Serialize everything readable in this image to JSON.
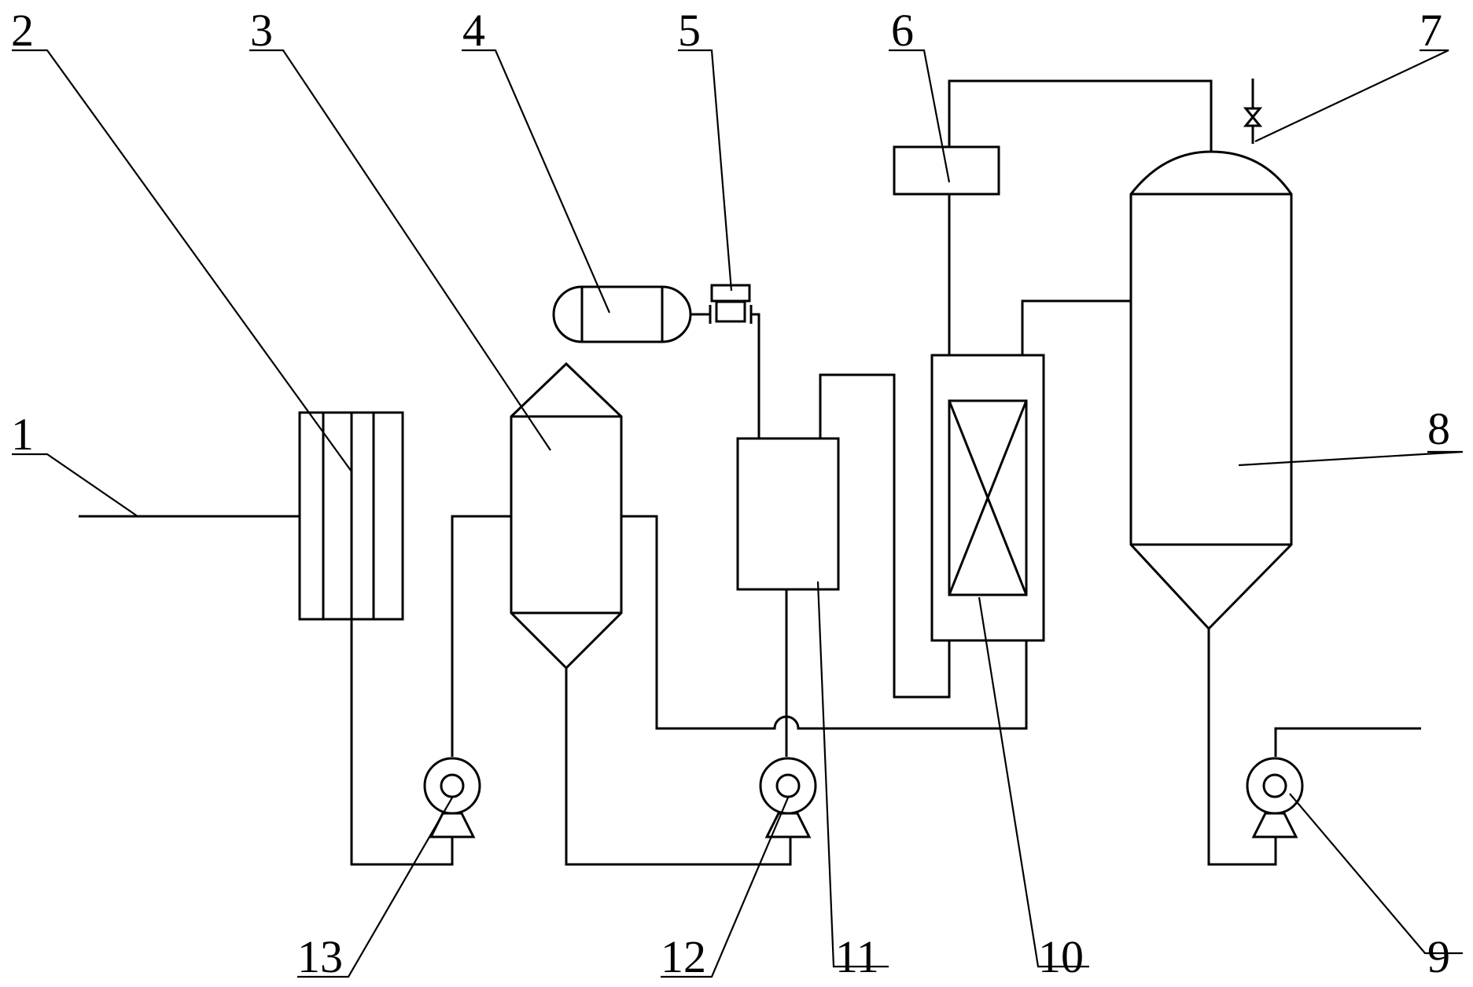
{
  "labels": {
    "l1": "1",
    "l2": "2",
    "l3": "3",
    "l4": "4",
    "l5": "5",
    "l6": "6",
    "l7": "7",
    "l8": "8",
    "l9": "9",
    "l10": "10",
    "l11": "11",
    "l12": "12",
    "l13": "13"
  },
  "colors": {
    "ink": "#000000",
    "background": "#ffffff"
  }
}
